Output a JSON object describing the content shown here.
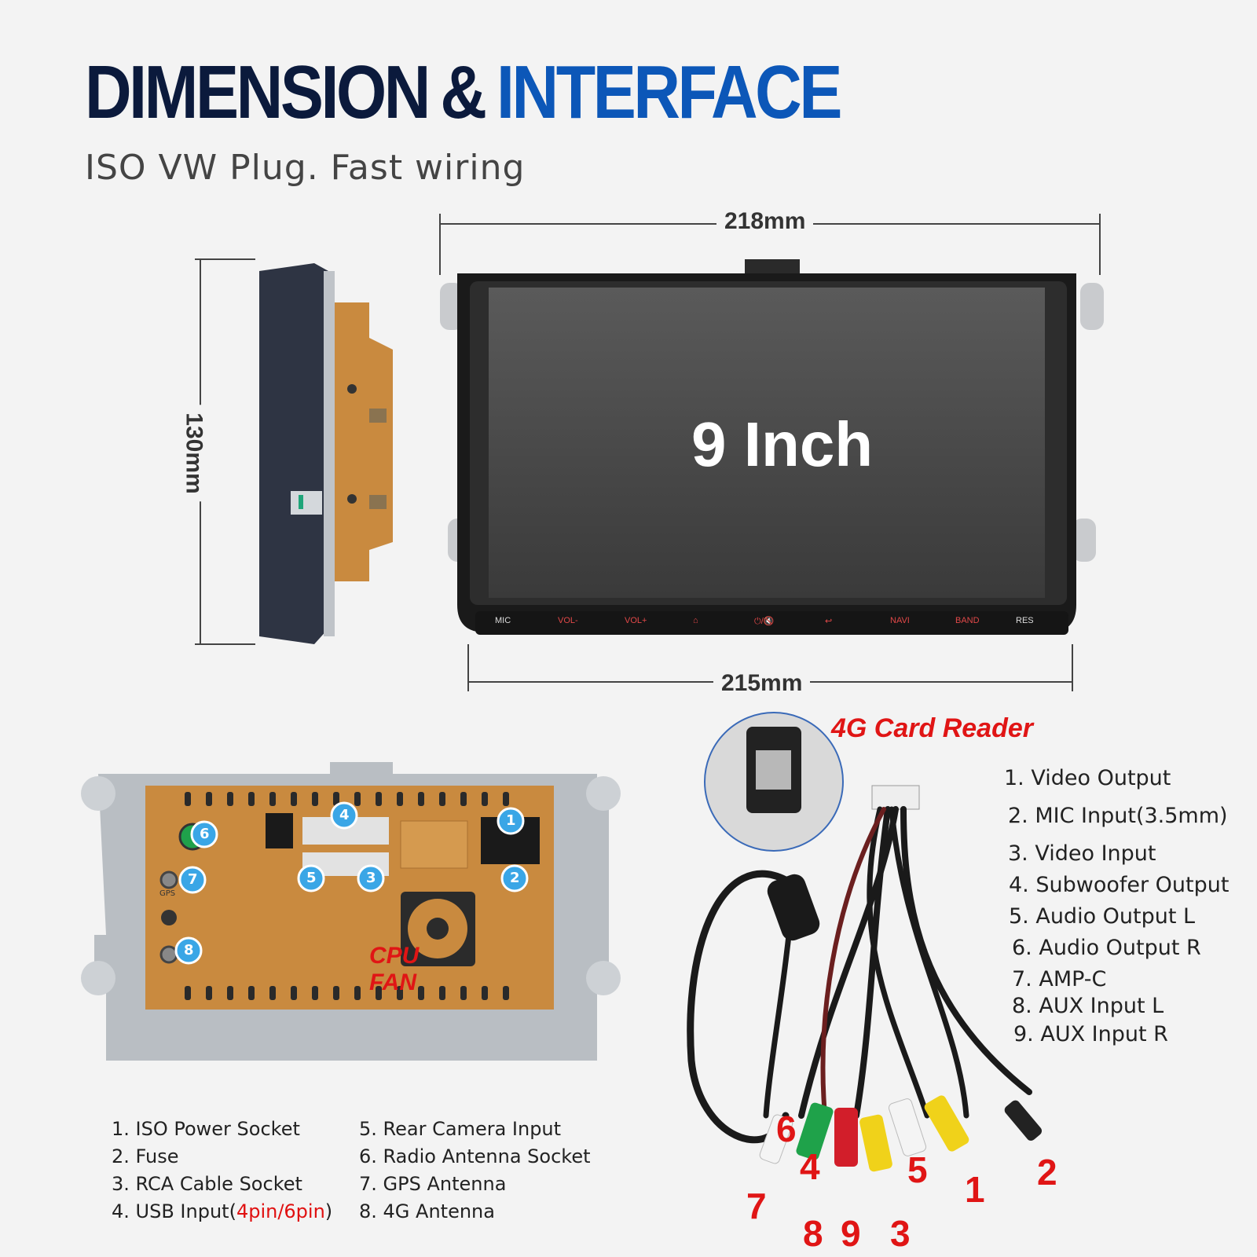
{
  "header": {
    "title_part1": "DIMENSION",
    "title_amp": "&",
    "title_part2": "INTERFACE",
    "subtitle": "ISO VW Plug. Fast wiring"
  },
  "dimensions": {
    "top_width": "218mm",
    "height": "130mm",
    "bottom_width": "215mm"
  },
  "screen": {
    "label": "9 Inch",
    "buttons": [
      "MIC",
      "VOL-",
      "VOL+",
      "⌂",
      "⏻/🔇",
      "↩",
      "NAVI",
      "BAND",
      "RES"
    ]
  },
  "back_panel": {
    "port_numbers": [
      "1",
      "2",
      "3",
      "4",
      "5",
      "6",
      "7",
      "8"
    ],
    "gps_label": "GPS",
    "fan_label": "CPU FAN"
  },
  "back_legend": {
    "col1": [
      "1. ISO Power Socket",
      "2. Fuse",
      "3. RCA Cable Socket"
    ],
    "usb_prefix": "4. USB Input(",
    "usb_highlight": "4pin/6pin",
    "usb_suffix": ")",
    "col2": [
      "5. Rear Camera Input",
      "6. Radio Antenna Socket",
      "7. GPS Antenna",
      "8. 4G Antenna"
    ]
  },
  "cable": {
    "reader_title": "4G Card Reader",
    "items": [
      "1. Video Output",
      "2. MIC Input(3.5mm)",
      "3. Video Input",
      "4. Subwoofer Output",
      "5. Audio Output L",
      "6. Audio Output  R",
      "7. AMP-C",
      "8. AUX Input L",
      "9. AUX Input R"
    ],
    "plug_numbers": [
      "6",
      "4",
      "5",
      "1",
      "2",
      "7",
      "8",
      "9",
      "3"
    ]
  },
  "colors": {
    "title_dark": "#0b1a3c",
    "title_blue": "#0c57b8",
    "accent_red": "#e01515",
    "orange_board": "#c98a3f"
  }
}
